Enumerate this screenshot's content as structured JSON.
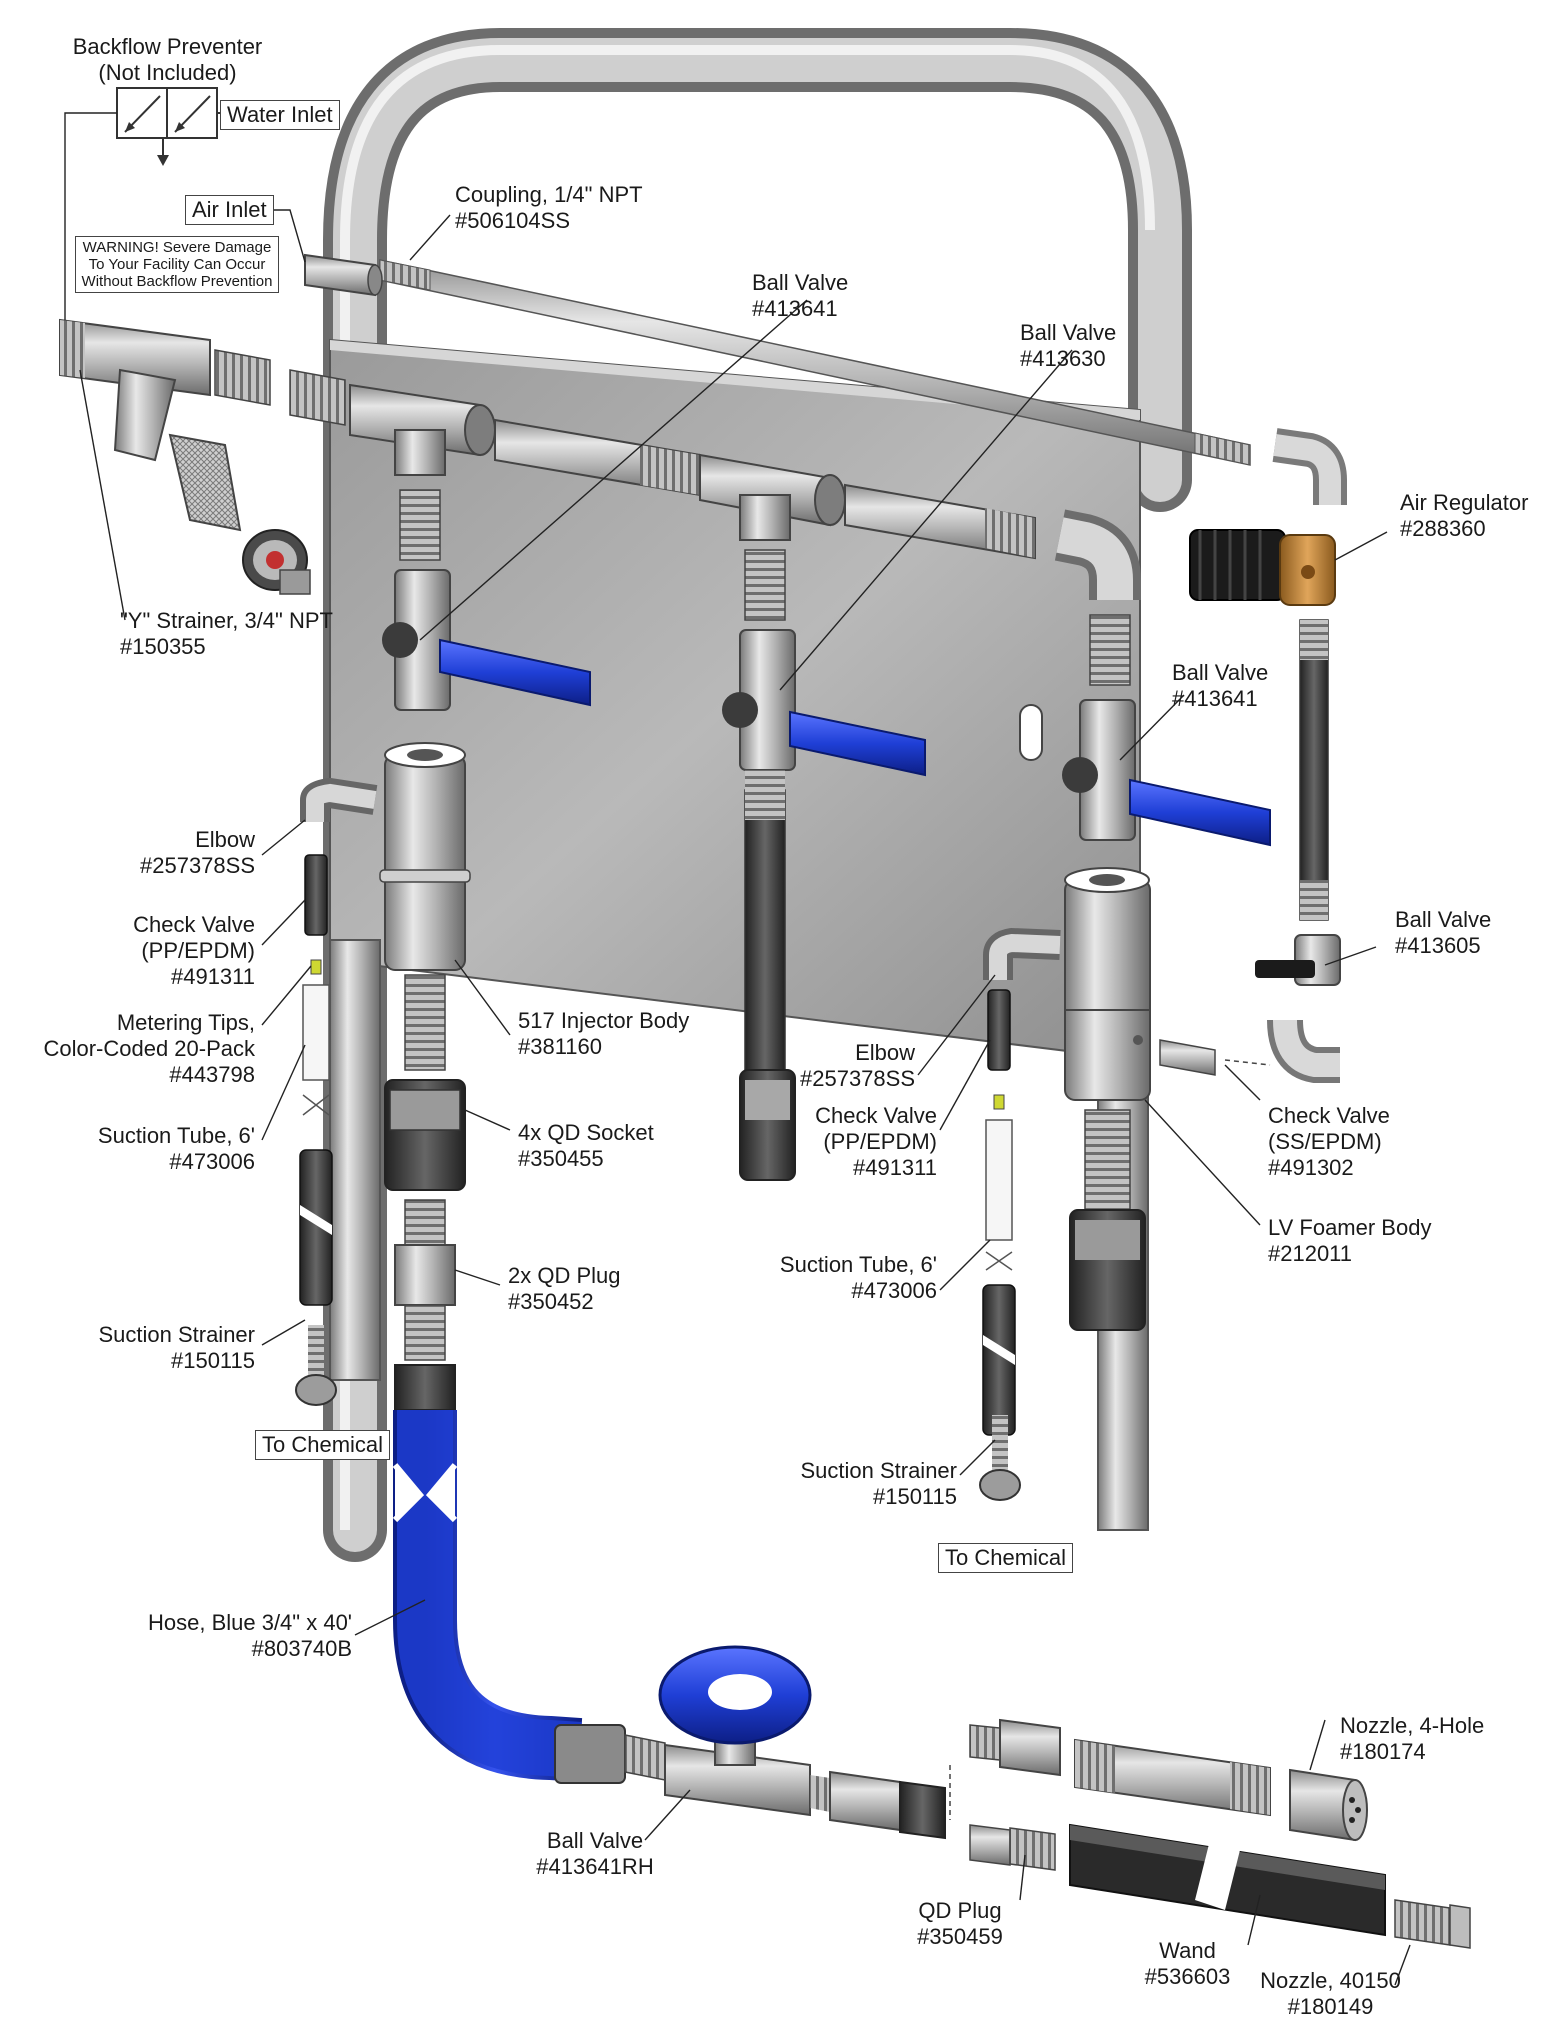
{
  "backflow": {
    "line1": "Backflow Preventer",
    "line2": "(Not Included)"
  },
  "water_inlet": "Water Inlet",
  "air_inlet": "Air Inlet",
  "warning": {
    "line1": "WARNING! Severe Damage",
    "line2": "To Your Facility Can Occur",
    "line3": "Without Backflow Prevention"
  },
  "coupling": {
    "name": "Coupling, 1/4\" NPT",
    "part": "#506104SS"
  },
  "y_strainer": {
    "name": "\"Y\" Strainer, 3/4\" NPT",
    "part": "#150355"
  },
  "ball_valve_413641_top": {
    "name": "Ball Valve",
    "part": "#413641"
  },
  "ball_valve_413630": {
    "name": "Ball Valve",
    "part": "#413630"
  },
  "ball_valve_413641_right": {
    "name": "Ball Valve",
    "part": "#413641"
  },
  "air_regulator": {
    "name": "Air Regulator",
    "part": "#288360"
  },
  "ball_valve_413605": {
    "name": "Ball Valve",
    "part": "#413605"
  },
  "elbow_left": {
    "name": "Elbow",
    "part": "#257378SS"
  },
  "check_valve_left": {
    "line1": "Check Valve",
    "line2": "(PP/EPDM)",
    "part": "#491311"
  },
  "metering_tips": {
    "line1": "Metering Tips,",
    "line2": "Color-Coded 20-Pack",
    "part": "#443798"
  },
  "suction_tube_left": {
    "name": "Suction Tube, 6'",
    "part": "#473006"
  },
  "suction_strainer_left": {
    "name": "Suction Strainer",
    "part": "#150115"
  },
  "to_chemical_left": "To Chemical",
  "injector_body": {
    "name": "517 Injector Body",
    "part": "#381160"
  },
  "qd_socket": {
    "name": "4x QD Socket",
    "part": "#350455"
  },
  "qd_plug_2x": {
    "name": "2x QD Plug",
    "part": "#350452"
  },
  "elbow_right": {
    "name": "Elbow",
    "part": "#257378SS"
  },
  "check_valve_right": {
    "line1": "Check Valve",
    "line2": "(PP/EPDM)",
    "part": "#491311"
  },
  "check_valve_ss": {
    "line1": "Check Valve",
    "line2": "(SS/EPDM)",
    "part": "#491302"
  },
  "lv_foamer_body": {
    "name": "LV Foamer Body",
    "part": "#212011"
  },
  "suction_tube_right": {
    "name": "Suction Tube, 6'",
    "part": "#473006"
  },
  "suction_strainer_right": {
    "name": "Suction Strainer",
    "part": "#150115"
  },
  "to_chemical_right": "To Chemical",
  "hose": {
    "name": "Hose, Blue 3/4\" x 40'",
    "part": "#803740B"
  },
  "ball_valve_rh": {
    "name": "Ball Valve",
    "part": "#413641RH"
  },
  "nozzle_4hole": {
    "name": "Nozzle, 4-Hole",
    "part": "#180174"
  },
  "qd_plug_350459": {
    "name": "QD Plug",
    "part": "#350459"
  },
  "wand": {
    "name": "Wand",
    "part": "#536603"
  },
  "nozzle_40150": {
    "name": "Nozzle, 40150",
    "part": "#180149"
  },
  "colors": {
    "handle_blue": "#1f3fd6",
    "hose_blue": "#1f3fd6",
    "steel": "#b8b8b8",
    "brass": "#c98b3c"
  }
}
